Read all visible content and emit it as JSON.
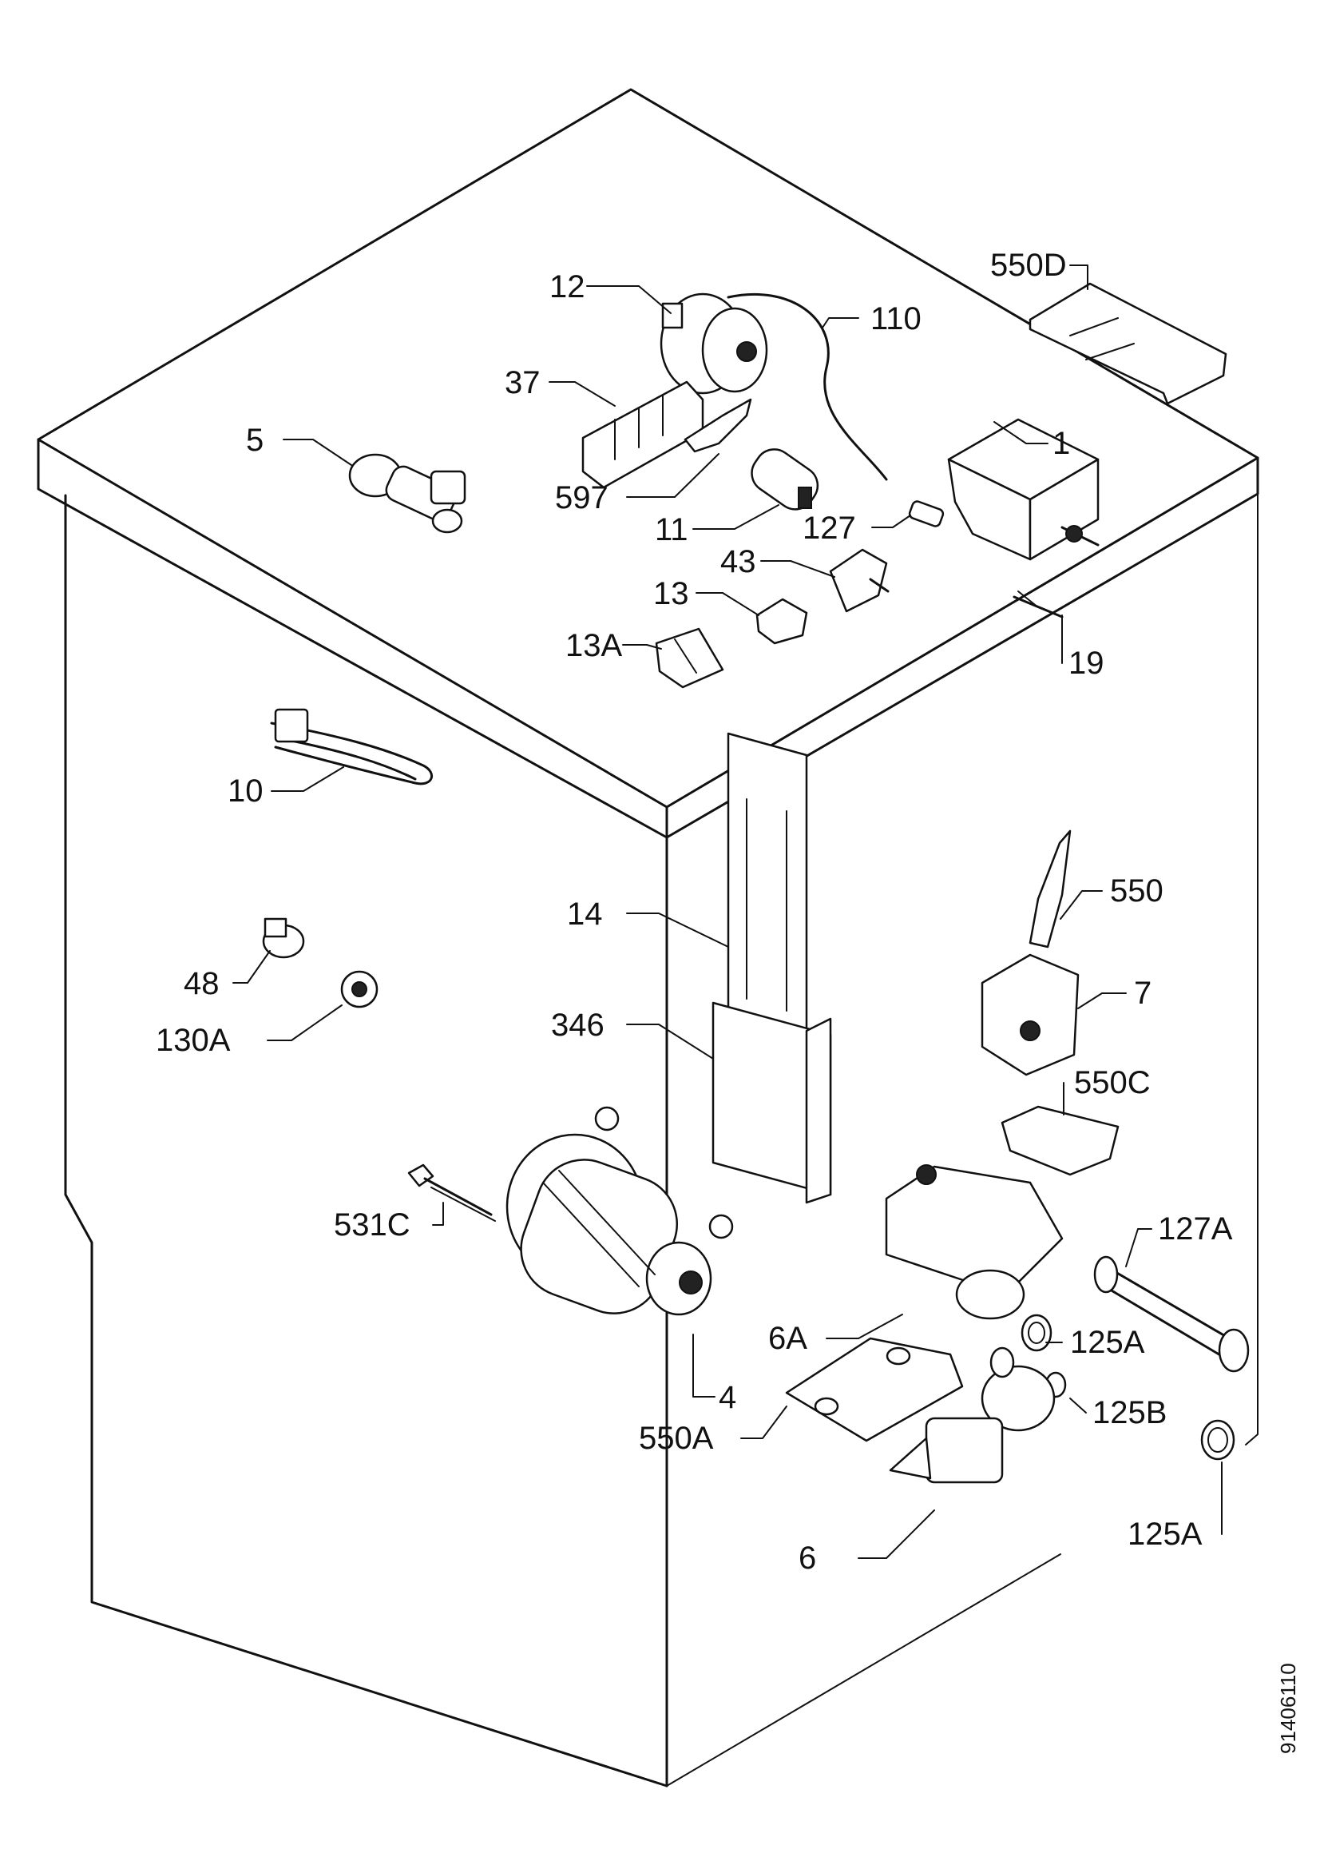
{
  "document_id": "91406110",
  "callouts": {
    "p550D": "550D",
    "p12": "12",
    "p110": "110",
    "p37": "37",
    "p1": "1",
    "p5": "5",
    "p597": "597",
    "p11": "11",
    "p127": "127",
    "p43": "43",
    "p13": "13",
    "p13A": "13A",
    "p19": "19",
    "p10": "10",
    "p14": "14",
    "p550": "550",
    "p48": "48",
    "p346": "346",
    "p7": "7",
    "p130A": "130A",
    "p550C": "550C",
    "p531C": "531C",
    "p127A": "127A",
    "p6A": "6A",
    "p125A_1": "125A",
    "p4": "4",
    "p125B": "125B",
    "p550A": "550A",
    "p125A_2": "125A",
    "p6": "6"
  }
}
